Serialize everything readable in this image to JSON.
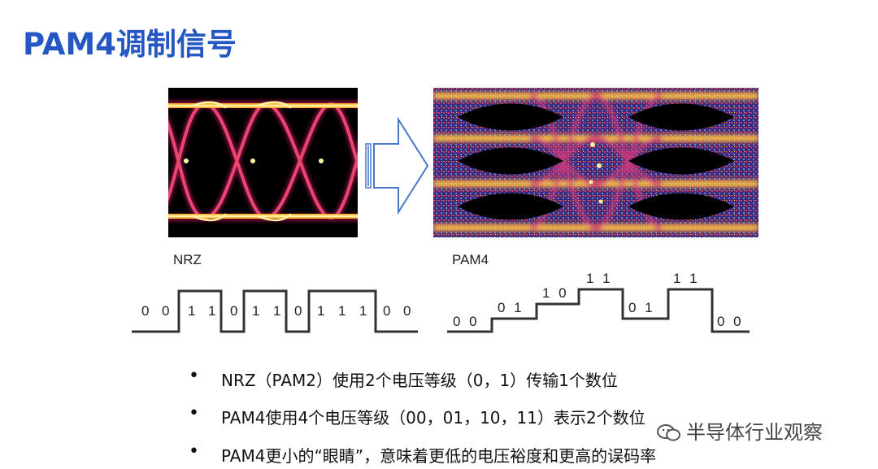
{
  "title": "PAM4调制信号",
  "nrz": {
    "label": "NRZ",
    "bits": [
      "0",
      "0",
      "1",
      "1",
      "0",
      "1",
      "1",
      "0",
      "1",
      "1",
      "1",
      "0",
      "0"
    ]
  },
  "pam4": {
    "label": "PAM4",
    "symbols": [
      "0 0",
      "0 1",
      "1 0",
      "1 1",
      "0 1",
      "1 1",
      "0 0"
    ]
  },
  "bullets": [
    "NRZ（PAM2）使用2个电压等级（0，1）传输1个数位",
    "PAM4使用4个电压等级（00，01，10，11）表示2个数位",
    "PAM4更小的“眼睛”，意味着更低的电压裕度和更高的误码率"
  ],
  "watermark": "半导体行业观察",
  "colors": {
    "title": "#2456c4",
    "eye_hot": "#ffd84a",
    "eye_mid": "#e0336a",
    "eye_cool": "#5a6fb0"
  }
}
